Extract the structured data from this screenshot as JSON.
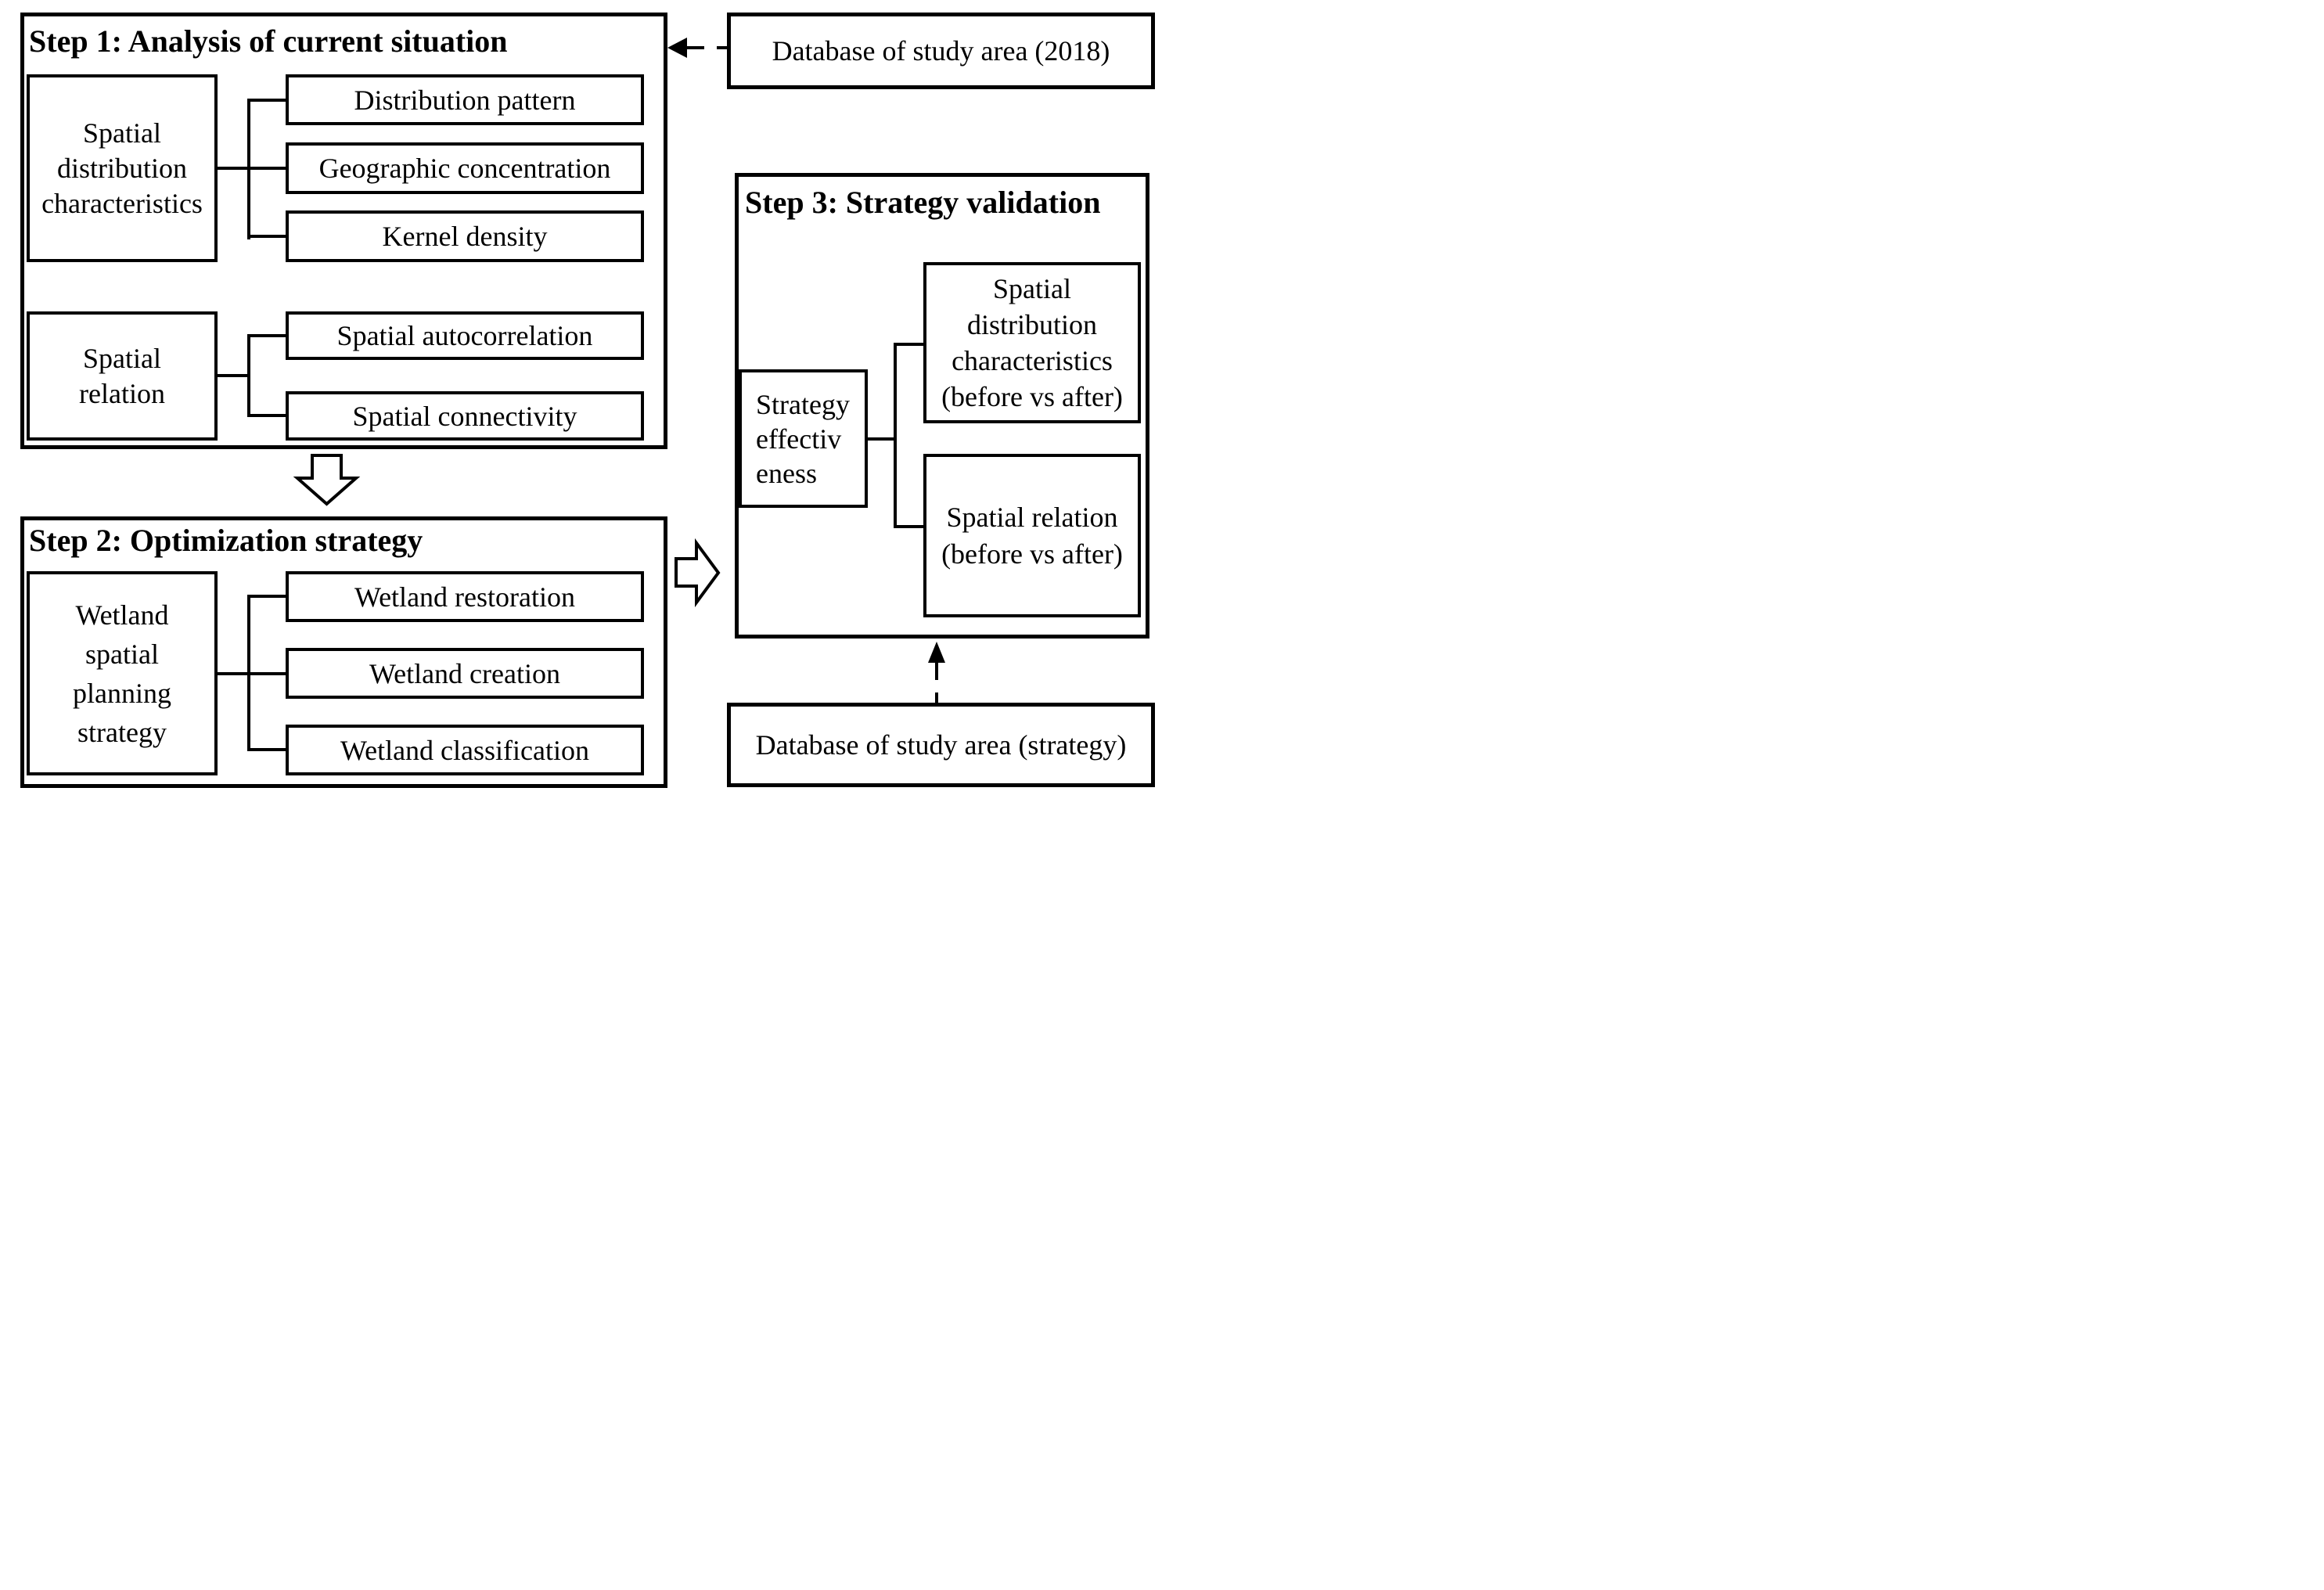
{
  "diagram": {
    "background_color": "#ffffff",
    "line_color": "#000000",
    "step1": {
      "title": "Step 1: Analysis of current situation",
      "group1": {
        "source_lines": [
          "Spatial",
          "distribution",
          "characteristics"
        ],
        "items": [
          "Distribution pattern",
          "Geographic concentration",
          "Kernel density"
        ]
      },
      "group2": {
        "source_lines": [
          "Spatial",
          "relation"
        ],
        "items": [
          "Spatial autocorrelation",
          "Spatial connectivity"
        ]
      }
    },
    "step2": {
      "title": "Step 2: Optimization strategy",
      "group": {
        "source_lines": [
          "Wetland",
          "spatial",
          "planning",
          "strategy"
        ],
        "items": [
          "Wetland restoration",
          "Wetland creation",
          "Wetland classification"
        ]
      }
    },
    "step3": {
      "title": "Step 3: Strategy validation",
      "source_lines": [
        "Strategy",
        "effectiv",
        "eness"
      ],
      "outcome1_lines": [
        "Spatial",
        "distribution",
        "characteristics",
        "(before vs after)"
      ],
      "outcome2_lines": [
        "Spatial relation",
        "(before vs after)"
      ]
    },
    "database_2018": "Database of study area (2018)",
    "database_strategy": "Database of study area (strategy)"
  }
}
